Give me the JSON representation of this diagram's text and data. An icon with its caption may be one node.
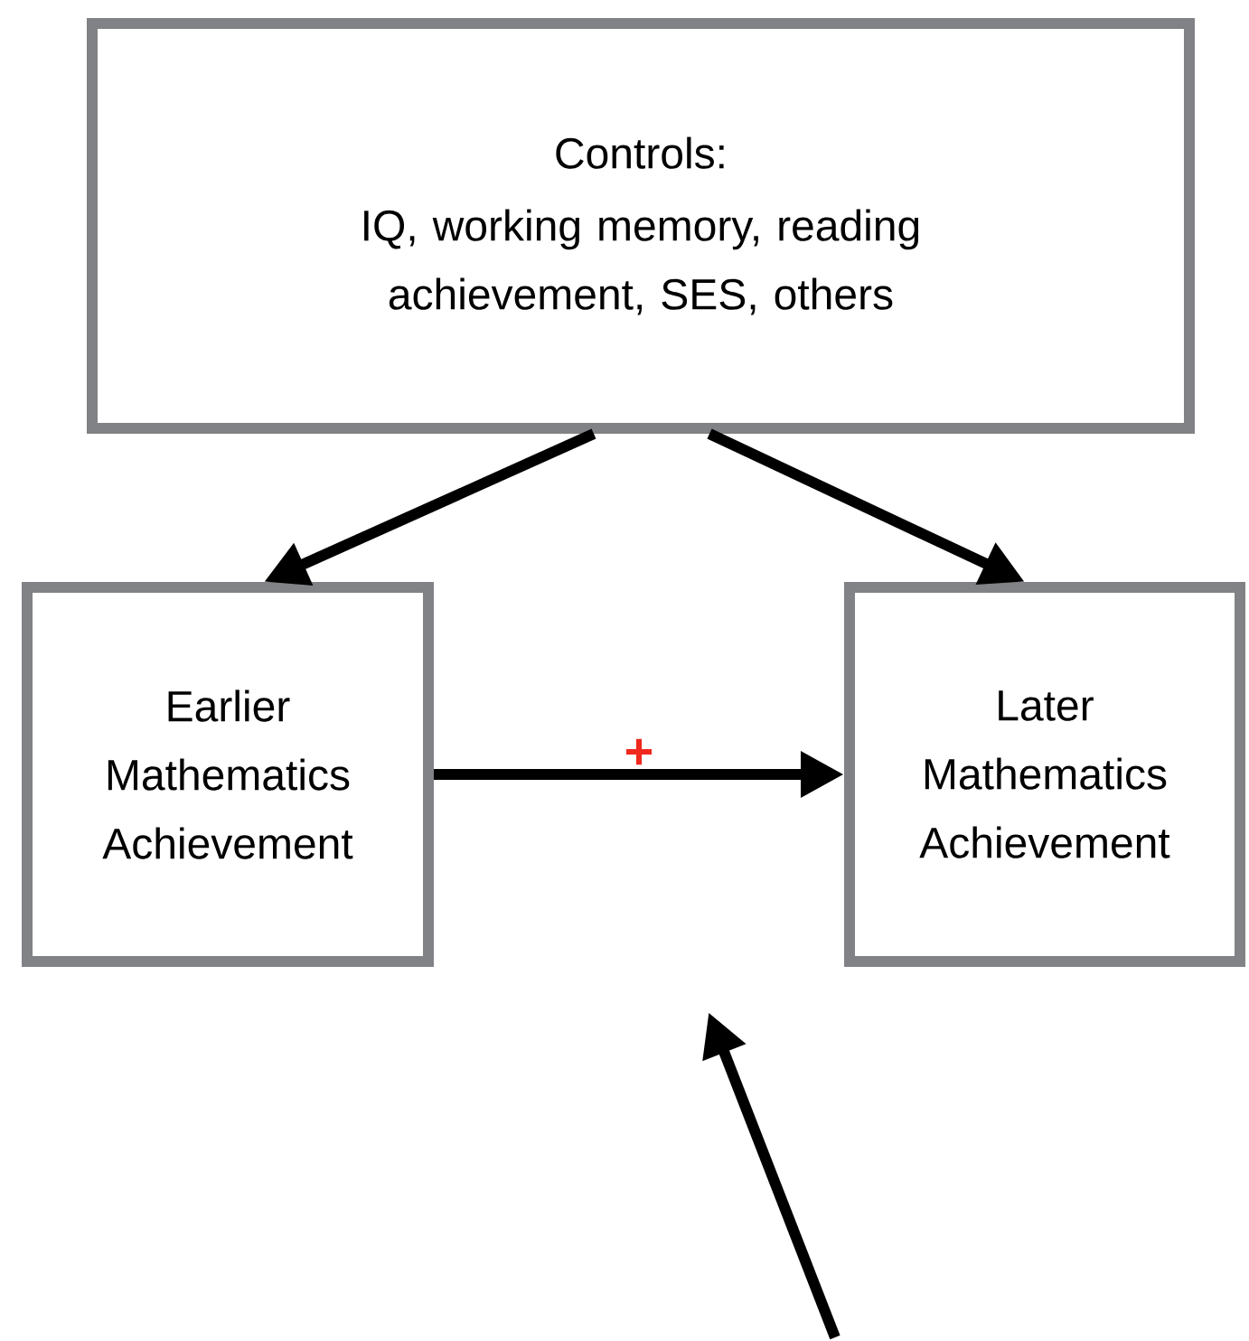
{
  "diagram": {
    "nodes": [
      {
        "text": [
          "Controls:",
          "IQ, working memory, reading achievement, SES, others"
        ]
      },
      {
        "text": [
          "Earlier Mathematics Achievement"
        ]
      },
      {
        "text": [
          "Later Mathematics Achievement"
        ]
      }
    ],
    "edges": [
      {
        "from": 0,
        "to": 1,
        "arrow": "to"
      },
      {
        "from": 0,
        "to": 2,
        "arrow": "to"
      },
      {
        "from": 1,
        "to": 2,
        "arrow": "to",
        "label": "+"
      }
    ]
  }
}
